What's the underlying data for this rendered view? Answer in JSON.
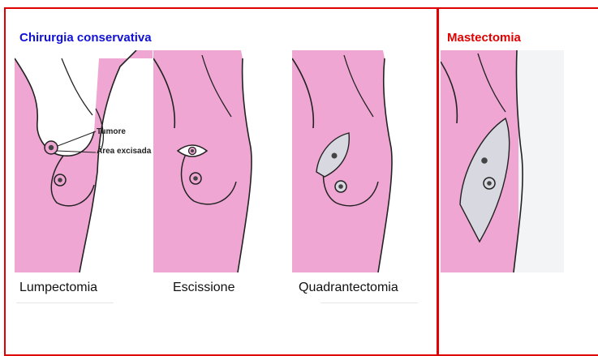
{
  "colors": {
    "frame": "#e00000",
    "conservative_heading": "#1010d8",
    "mastectomy_heading": "#e00000",
    "skin": "#f0a6d3",
    "excised_area": "#d8d8e0"
  },
  "headings": {
    "conservative": "Chirurgia conservativa",
    "mastectomy": "Mastectomia"
  },
  "panels": [
    {
      "caption": "Lumpectomia",
      "annotations": {
        "tumor": "Tumore",
        "excised_area": "Área excisada"
      }
    },
    {
      "caption": "Escissione"
    },
    {
      "caption": "Quadrantectomia"
    },
    {
      "caption": ""
    }
  ]
}
